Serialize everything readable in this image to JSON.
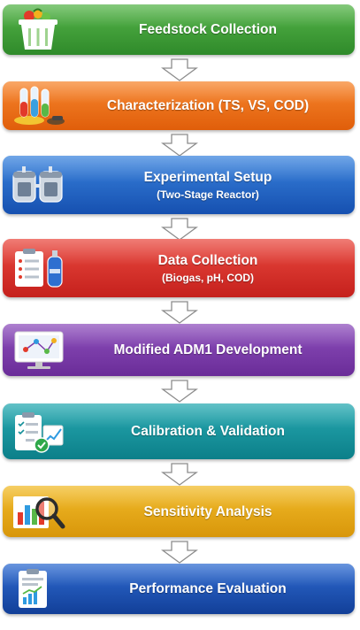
{
  "steps": [
    {
      "title": "Feedstock Collection",
      "subtitle": "",
      "icon": "waste-bin-icon",
      "color": "#3e9a36"
    },
    {
      "title": "Characterization (TS, VS, COD)",
      "subtitle": "",
      "icon": "test-tubes-icon",
      "color": "#ec6b12"
    },
    {
      "title": "Experimental Setup",
      "subtitle": "(Two-Stage Reactor)",
      "icon": "reactor-tanks-icon",
      "color": "#1f64c6"
    },
    {
      "title": "Data Collection",
      "subtitle": "(Biogas, pH, COD)",
      "icon": "clipboard-gas-cylinder-icon",
      "color": "#d42c26"
    },
    {
      "title": "Modified ADM1 Development",
      "subtitle": "",
      "icon": "computer-model-icon",
      "color": "#7a3aa8"
    },
    {
      "title": "Calibration & Validation",
      "subtitle": "",
      "icon": "checklist-validation-icon",
      "color": "#14909a"
    },
    {
      "title": "Sensitivity Analysis",
      "subtitle": "",
      "icon": "bar-chart-magnifier-icon",
      "color": "#e4a30a"
    },
    {
      "title": "Performance Evaluation",
      "subtitle": "",
      "icon": "report-chart-icon",
      "color": "#1a4fb0"
    }
  ],
  "connector_icon": "down-arrow-icon"
}
